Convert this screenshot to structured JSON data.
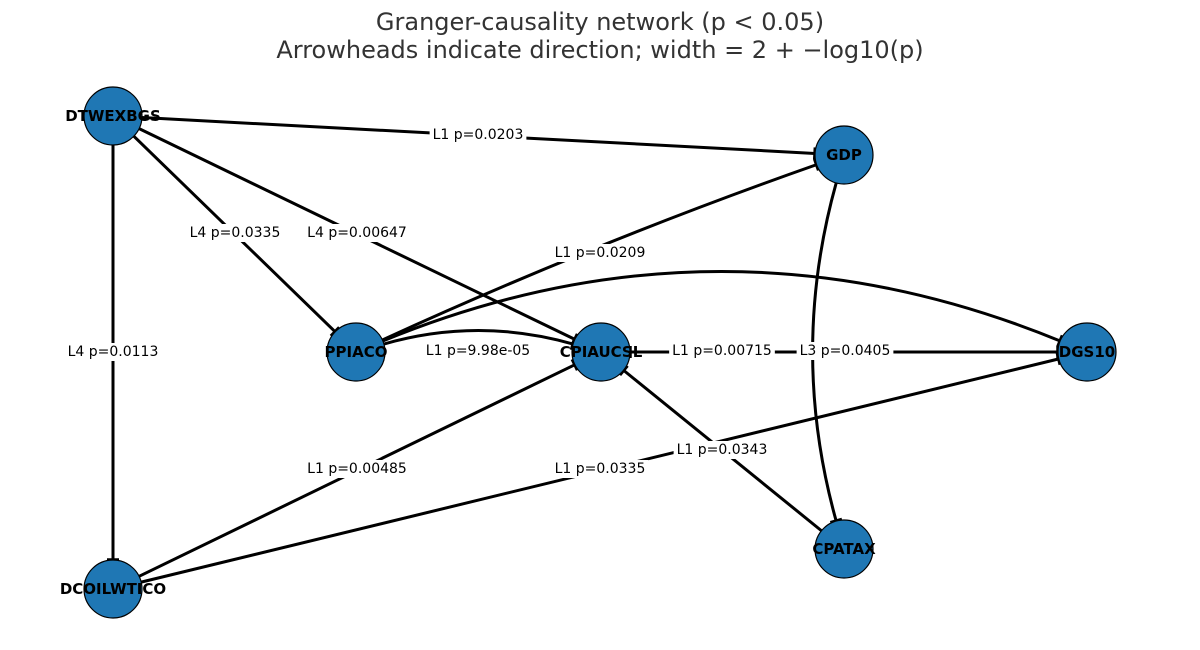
{
  "title": {
    "line1": "Granger-causality network (p < 0.05)",
    "line2": "Arrowheads indicate direction; width = 2 + −log10(p)"
  },
  "colors": {
    "node_fill": "#1f77b4",
    "node_stroke": "#000000",
    "edge": "#000000",
    "title": "#333333"
  },
  "nodes": [
    {
      "id": "DTWEXBGS",
      "label": "DTWEXBGS"
    },
    {
      "id": "GDP",
      "label": "GDP"
    },
    {
      "id": "PPIACO",
      "label": "PPIACO"
    },
    {
      "id": "CPIAUCSL",
      "label": "CPIAUCSL"
    },
    {
      "id": "DGS10",
      "label": "DGS10"
    },
    {
      "id": "CPATAX",
      "label": "CPATAX"
    },
    {
      "id": "DCOILWTICO",
      "label": "DCOILWTICO"
    }
  ],
  "edges": [
    {
      "from": "DTWEXBGS",
      "to": "GDP",
      "label": "L1  p=0.0203"
    },
    {
      "from": "DTWEXBGS",
      "to": "PPIACO",
      "label": "L4  p=0.0335"
    },
    {
      "from": "DTWEXBGS",
      "to": "CPIAUCSL",
      "label": "L4  p=0.00647"
    },
    {
      "from": "DTWEXBGS",
      "to": "DCOILWTICO",
      "label": "L4  p=0.0113"
    },
    {
      "from": "PPIACO",
      "to": "GDP",
      "label": "L1  p=0.0209"
    },
    {
      "from": "PPIACO",
      "to": "DGS10",
      "label": ""
    },
    {
      "from": "PPIACO",
      "to": "CPIAUCSL",
      "label": "L1  p=9.98e-05"
    },
    {
      "from": "CPIAUCSL",
      "to": "DGS10",
      "label": "L1  p=0.00715"
    },
    {
      "from": "DGS10",
      "to": "CPIAUCSL",
      "label": "L3  p=0.0405"
    },
    {
      "from": "CPATAX",
      "to": "CPIAUCSL",
      "label": "L1  p=0.0343"
    },
    {
      "from": "GDP",
      "to": "CPATAX",
      "label": ""
    },
    {
      "from": "DCOILWTICO",
      "to": "CPIAUCSL",
      "label": "L1  p=0.00485"
    },
    {
      "from": "DCOILWTICO",
      "to": "DGS10",
      "label": "L1  p=0.0335"
    }
  ]
}
